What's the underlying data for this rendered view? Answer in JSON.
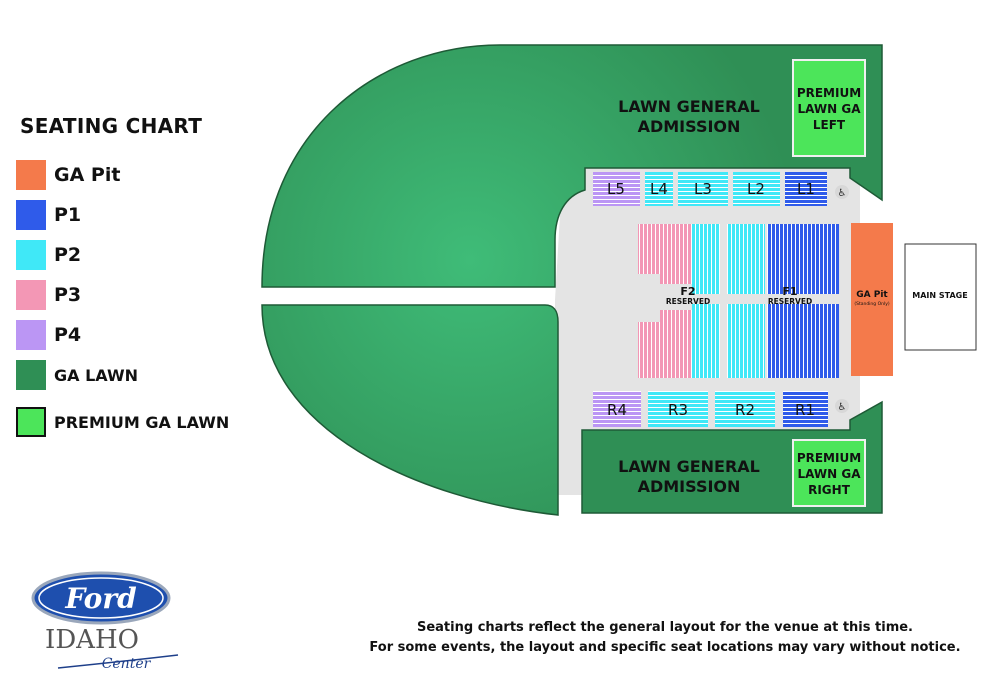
{
  "legend": {
    "title": "SEATING CHART",
    "items": [
      {
        "label": "GA Pit",
        "color": "#f47a4b"
      },
      {
        "label": "P1",
        "color": "#2f5bea"
      },
      {
        "label": "P2",
        "color": "#40e8f7"
      },
      {
        "label": "P3",
        "color": "#f397b5"
      },
      {
        "label": "P4",
        "color": "#bb96f4"
      },
      {
        "label": "GA LAWN",
        "color": "#2f8f55"
      },
      {
        "label": "PREMIUM GA LAWN",
        "color": "#4ce55a"
      }
    ]
  },
  "map": {
    "lawn_top": [
      "LAWN GENERAL",
      "ADMISSION"
    ],
    "lawn_bottom": [
      "LAWN GENERAL",
      "ADMISSION"
    ],
    "premium_left": [
      "PREMIUM",
      "LAWN GA",
      "LEFT"
    ],
    "premium_right": [
      "PREMIUM",
      "LAWN GA",
      "RIGHT"
    ],
    "sections_left": [
      "L5",
      "L4",
      "L3",
      "L2",
      "L1"
    ],
    "sections_right": [
      "R4",
      "R3",
      "R2",
      "R1"
    ],
    "floor_f2": {
      "name": "F2",
      "note": "RESERVED"
    },
    "floor_f1": {
      "name": "F1",
      "note": "RESERVED"
    },
    "ga_pit": {
      "name": "GA Pit",
      "note": "(Standing Only)"
    },
    "main_stage": "MAIN STAGE"
  },
  "disclaimer": [
    "Seating charts reflect the general layout for the venue at this time.",
    "For some events, the layout and specific seat locations may vary without notice."
  ],
  "logo": {
    "brand": "Ford",
    "venue": "IDAHO",
    "sub": "Center"
  },
  "colors": {
    "lawn": "#2f8f55",
    "lawn_center": "#3fbc78",
    "premium": "#4ce55a",
    "p1": "#2f5bea",
    "p2": "#40e8f7",
    "p3": "#f397b5",
    "p4": "#bb96f4",
    "pit": "#f47a4b"
  }
}
